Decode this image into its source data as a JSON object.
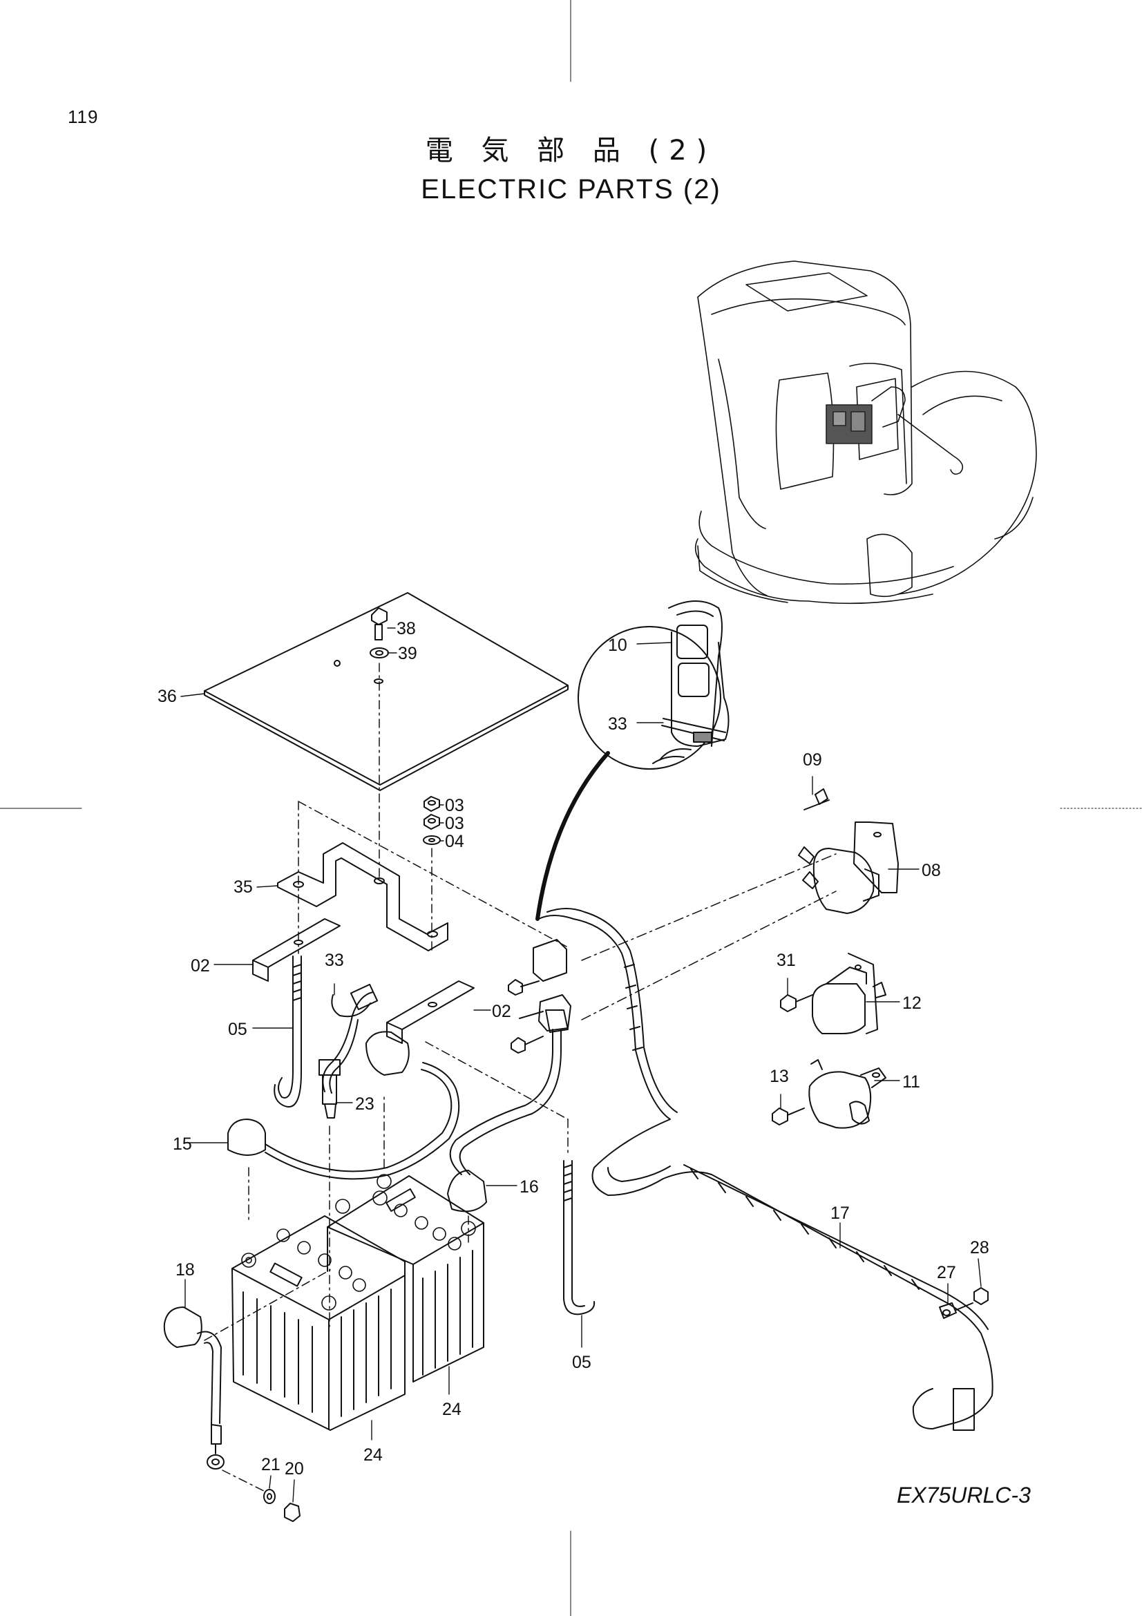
{
  "page_number": "119",
  "title_jp": "電 気 部 品 (2)",
  "title_en": "ELECTRIC PARTS (2)",
  "model": "EX75URLC-3",
  "callouts": {
    "c38": "38",
    "c39": "39",
    "c36": "36",
    "c10": "10",
    "c33_detail": "33",
    "c09": "09",
    "c08": "08",
    "c03a": "03",
    "c03b": "03",
    "c04": "04",
    "c35": "35",
    "c02_left": "02",
    "c02_right": "02",
    "c33": "33",
    "c05_left": "05",
    "c23": "23",
    "c31": "31",
    "c12": "12",
    "c13": "13",
    "c11": "11",
    "c15": "15",
    "c16": "16",
    "c17": "17",
    "c18": "18",
    "c27": "27",
    "c28": "28",
    "c24_right": "24",
    "c24_left": "24",
    "c05_right": "05",
    "c21": "21",
    "c20": "20"
  }
}
